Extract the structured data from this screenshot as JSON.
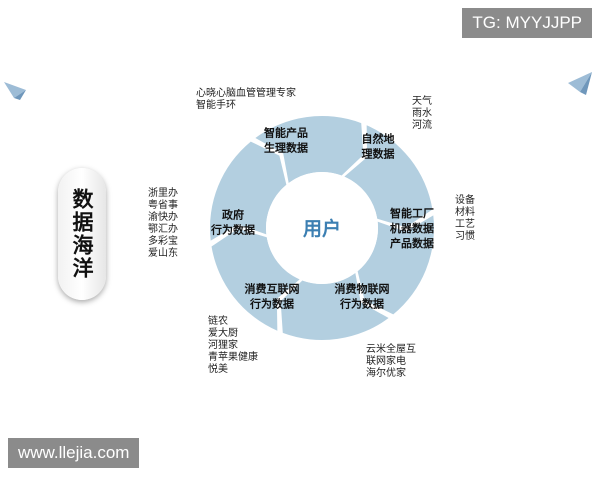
{
  "header": {
    "tg": "TG: MYYJJPP"
  },
  "footer": {
    "site": "www.llejia.com"
  },
  "side_title": "数据海洋",
  "center": "用户",
  "segments": [
    {
      "name": "smart-product-data",
      "line1": "智能产品",
      "line2": "生理数据"
    },
    {
      "name": "nature-geo-data",
      "line1": "自然地",
      "line2": "理数据"
    },
    {
      "name": "factory-machine-data",
      "line1": "智能工厂",
      "line2": "机器数据",
      "line3": "产品数据"
    },
    {
      "name": "consumer-iot-data",
      "line1": "消费物联网",
      "line2": "行为数据"
    },
    {
      "name": "consumer-internet-data",
      "line1": "消费互联网",
      "line2": "行为数据"
    },
    {
      "name": "government-data",
      "line1": "政府",
      "line2": "行为数据"
    }
  ],
  "captions": {
    "top": "心晓心脑血管管理专家\n智能手环",
    "top_right": "天气\n雨水\n河流",
    "right": "设备\n材料\n工艺\n习惯",
    "bottom_right": "云米全屋互\n联网家电\n海尔优家",
    "bottom_left": "链农\n爱大厨\n河狸家\n青苹果健康\n悦美",
    "left": "浙里办\n粤省事\n渝快办\n鄂汇办\n多彩宝\n爱山东"
  },
  "colors": {
    "ring": "#b3cfe0",
    "center_text": "#3c7fb2",
    "corner_label_bg": "#8b8b8b"
  }
}
